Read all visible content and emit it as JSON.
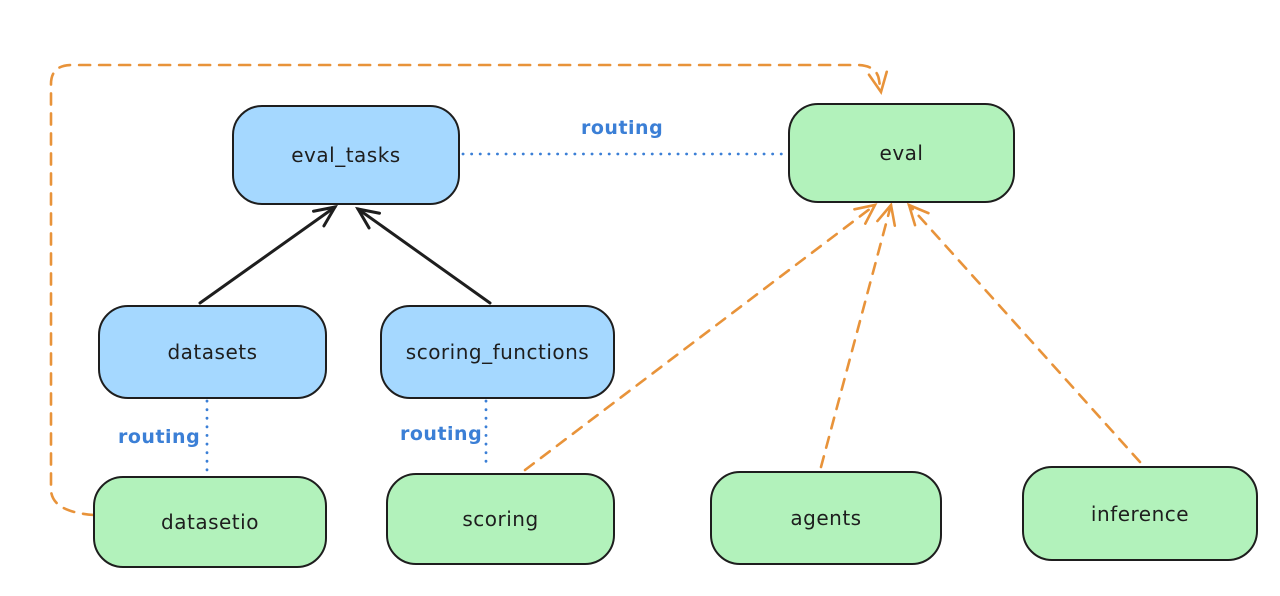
{
  "diagram": {
    "nodes": [
      {
        "id": "eval_tasks",
        "label": "eval_tasks",
        "color": "blue"
      },
      {
        "id": "eval",
        "label": "eval",
        "color": "green"
      },
      {
        "id": "datasets",
        "label": "datasets",
        "color": "blue"
      },
      {
        "id": "scoring_functions",
        "label": "scoring_functions",
        "color": "blue"
      },
      {
        "id": "datasetio",
        "label": "datasetio",
        "color": "green"
      },
      {
        "id": "scoring",
        "label": "scoring",
        "color": "green"
      },
      {
        "id": "agents",
        "label": "agents",
        "color": "green"
      },
      {
        "id": "inference",
        "label": "inference",
        "color": "green"
      }
    ],
    "edge_labels": [
      {
        "text": "routing"
      },
      {
        "text": "routing"
      },
      {
        "text": "routing"
      }
    ],
    "edges": [
      {
        "from": "datasets",
        "to": "eval_tasks",
        "style": "solid-arrow",
        "color": "black"
      },
      {
        "from": "scoring_functions",
        "to": "eval_tasks",
        "style": "solid-arrow",
        "color": "black"
      },
      {
        "from": "eval_tasks",
        "to": "eval",
        "style": "dotted",
        "color": "blue",
        "label": "routing"
      },
      {
        "from": "datasets",
        "to": "datasetio",
        "style": "dotted",
        "color": "blue",
        "label": "routing"
      },
      {
        "from": "scoring_functions",
        "to": "scoring",
        "style": "dotted",
        "color": "blue",
        "label": "routing"
      },
      {
        "from": "datasetio",
        "to": "eval",
        "style": "dashed-arrow",
        "color": "orange"
      },
      {
        "from": "scoring",
        "to": "eval",
        "style": "dashed-arrow",
        "color": "orange"
      },
      {
        "from": "agents",
        "to": "eval",
        "style": "dashed-arrow",
        "color": "orange"
      },
      {
        "from": "inference",
        "to": "eval",
        "style": "dashed-arrow",
        "color": "orange"
      }
    ],
    "colors": {
      "node_blue_fill": "#a5d8ff",
      "node_green_fill": "#b2f2bb",
      "node_stroke": "#1e1e1e",
      "routing_blue": "#3b7fd6",
      "dashed_orange": "#e8933a",
      "arrow_black": "#1e1e1e",
      "background": "#ffffff"
    }
  }
}
